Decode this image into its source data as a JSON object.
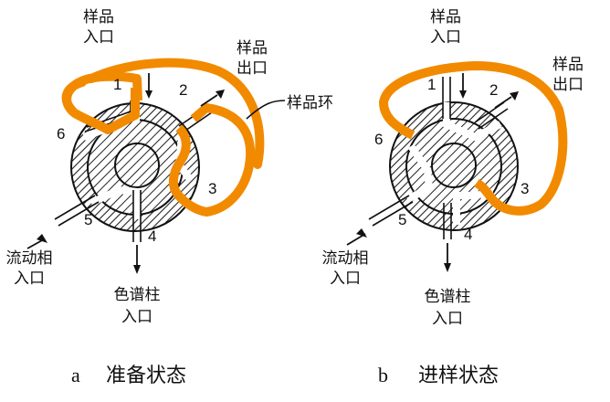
{
  "labels": {
    "sample_in_l1": "样品",
    "sample_in_l2": "入口",
    "sample_out_l1": "样品",
    "sample_out_l2": "出口",
    "loop": "样品环",
    "mobile_l1": "流动相",
    "mobile_l2": "入口",
    "column_l1": "色谱柱",
    "column_l2": "入口"
  },
  "ports": [
    "1",
    "2",
    "3",
    "4",
    "5",
    "6"
  ],
  "panels": [
    {
      "letter": "a",
      "state": "准备状态"
    },
    {
      "letter": "b",
      "state": "进样状态"
    }
  ],
  "colors": {
    "loop": "#F28A00",
    "line": "#111111"
  }
}
